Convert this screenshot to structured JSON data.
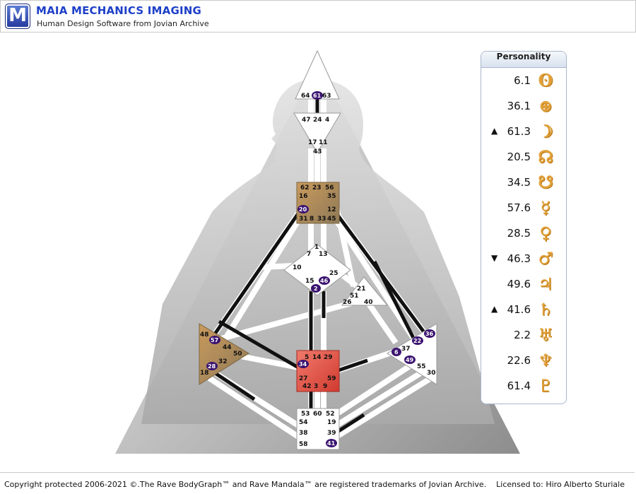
{
  "app": {
    "logo_letter": "M",
    "title": "MAIA MECHANICS IMAGING",
    "subtitle": "Human Design Software from Jovian Archive"
  },
  "colors": {
    "accent": "#1e40c8",
    "defined_channel": "#111111",
    "activation_circle": "#3b1470",
    "glyph": "#e2a23b",
    "sacral": "#e05a4e",
    "spleen_root_defined": "#a47a44"
  },
  "personality": {
    "header": "Personality",
    "rows": [
      {
        "arrow": "",
        "value": "6.1",
        "glyph": "ʘ",
        "icon": "sun-icon"
      },
      {
        "arrow": "",
        "value": "36.1",
        "glyph": "⊕",
        "icon": "earth-icon"
      },
      {
        "arrow": "▲",
        "value": "61.3",
        "glyph": "☽",
        "icon": "moon-icon"
      },
      {
        "arrow": "",
        "value": "20.5",
        "glyph": "☊",
        "icon": "north-node-icon"
      },
      {
        "arrow": "",
        "value": "34.5",
        "glyph": "☋",
        "icon": "south-node-icon"
      },
      {
        "arrow": "",
        "value": "57.6",
        "glyph": "☿",
        "icon": "mercury-icon"
      },
      {
        "arrow": "",
        "value": "28.5",
        "glyph": "♀",
        "icon": "venus-icon"
      },
      {
        "arrow": "▼",
        "value": "46.3",
        "glyph": "♂",
        "icon": "mars-icon"
      },
      {
        "arrow": "",
        "value": "49.6",
        "glyph": "♃",
        "icon": "jupiter-icon"
      },
      {
        "arrow": "▲",
        "value": "41.6",
        "glyph": "♄",
        "icon": "saturn-icon"
      },
      {
        "arrow": "",
        "value": "2.2",
        "glyph": "♅",
        "icon": "uranus-icon"
      },
      {
        "arrow": "",
        "value": "22.6",
        "glyph": "♆",
        "icon": "neptune-icon"
      },
      {
        "arrow": "",
        "value": "61.4",
        "glyph": "♇",
        "icon": "pluto-icon"
      }
    ]
  },
  "bodygraph": {
    "head": [
      "64",
      "61",
      "63"
    ],
    "ajna": [
      "47",
      "24",
      "4"
    ],
    "ajna_lower": [
      "17",
      "11",
      "43"
    ],
    "throat": [
      "62",
      "23",
      "56",
      "16",
      "35",
      "20",
      "12",
      "31",
      "8",
      "33",
      "45"
    ],
    "g_center": [
      "1",
      "7",
      "13",
      "10",
      "25",
      "15",
      "46",
      "2"
    ],
    "ego": [
      "21",
      "51",
      "26",
      "40"
    ],
    "spleen": [
      "48",
      "57",
      "44",
      "50",
      "32",
      "28",
      "18"
    ],
    "sacral": [
      "5",
      "14",
      "29",
      "34",
      "27",
      "59",
      "42",
      "3",
      "9"
    ],
    "solar_plexus": [
      "36",
      "37",
      "22",
      "6",
      "49",
      "55",
      "30"
    ],
    "root": [
      "53",
      "60",
      "52",
      "54",
      "19",
      "38",
      "39",
      "58",
      "41"
    ],
    "active_gates": [
      "61",
      "20",
      "46",
      "2",
      "57",
      "28",
      "34",
      "36",
      "22",
      "6",
      "49",
      "41"
    ]
  },
  "footer": {
    "copyright": "Copyright protected 2006-2021 ©.The Rave BodyGraph™ and Rave Mandala™ are registered trademarks of Jovian Archive.",
    "license": "Licensed to: Hiro Alberto Sturiale"
  }
}
